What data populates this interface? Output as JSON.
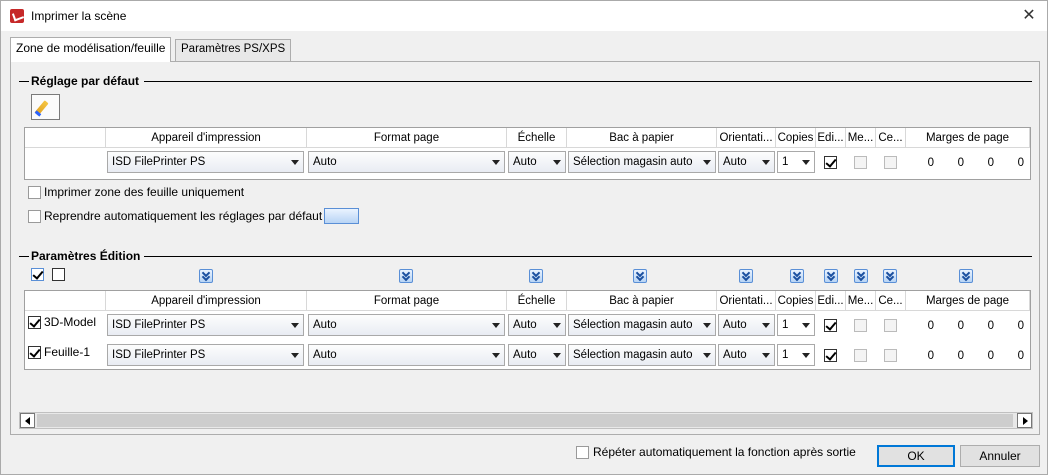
{
  "window": {
    "title": "Imprimer la scène",
    "close_glyph": "✕"
  },
  "tabs": [
    {
      "label": "Zone de modélisation/feuille"
    },
    {
      "label": "Paramètres PS/XPS"
    }
  ],
  "default_settings": {
    "group_title": "Réglage par défaut",
    "edit_icon": "pencil-icon",
    "headers": [
      "Appareil d'impression",
      "Format page",
      "Échelle",
      "Bac à papier",
      "Orientati...",
      "Copies",
      "Edi...",
      "Me...",
      "Ce...",
      "Marges de page"
    ],
    "row": {
      "device": "ISD FilePrinter PS",
      "page_format": "Auto",
      "scale": "Auto",
      "tray": "Sélection magasin auto",
      "orientation": "Auto",
      "copies": "1",
      "edit_checked": true,
      "margins": [
        "0",
        "0",
        "0",
        "0"
      ]
    },
    "option_sheet_only": "Imprimer zone des feuille uniquement",
    "option_apply_defaults": "Reprendre automatiquement les réglages par défaut"
  },
  "edition": {
    "group_title": "Paramètres Édition",
    "headers": [
      "Appareil d'impression",
      "Format page",
      "Échelle",
      "Bac à papier",
      "Orientati...",
      "Copies",
      "Edi...",
      "Me...",
      "Ce...",
      "Marges de page"
    ],
    "rows": [
      {
        "name": "3D-Model",
        "checked": true,
        "device": "ISD FilePrinter PS",
        "page_format": "Auto",
        "scale": "Auto",
        "tray": "Sélection magasin auto",
        "orientation": "Auto",
        "copies": "1",
        "edit_checked": true,
        "margins": [
          "0",
          "0",
          "0",
          "0"
        ]
      },
      {
        "name": "Feuille-1",
        "checked": true,
        "device": "ISD FilePrinter PS",
        "page_format": "Auto",
        "scale": "Auto",
        "tray": "Sélection magasin auto",
        "orientation": "Auto",
        "copies": "1",
        "edit_checked": true,
        "margins": [
          "0",
          "0",
          "0",
          "0"
        ]
      }
    ]
  },
  "footer": {
    "repeat_label": "Répéter automatiquement la fonction après sortie",
    "ok_label": "OK",
    "cancel_label": "Annuler"
  }
}
